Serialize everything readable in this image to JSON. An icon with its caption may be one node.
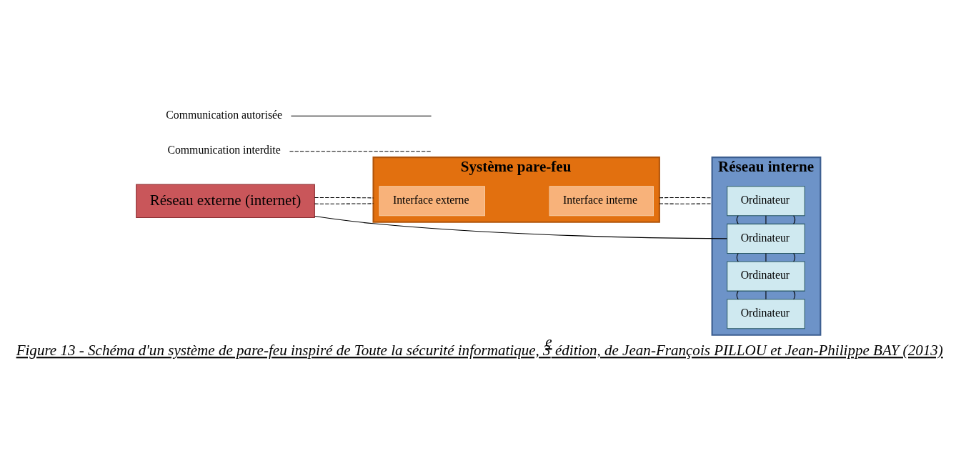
{
  "diagram": {
    "caption": "Figure 13 - Schéma d'un système de pare-feu inspiré de Toute la sécurité informatique, 3$^{e}$ édition, de Jean-François PILLOU et Jean-Philippe BAY (2013)",
    "nodes": [
      {
        "text": [
          "Réseau externe (internet)"
        ]
      },
      {
        "text": [
          "Système pare-feu"
        ]
      },
      {
        "text": [
          "Interface externe"
        ],
        "in": 1
      },
      {
        "text": [
          "Interface interne"
        ],
        "in": 1
      },
      {
        "text": [
          "Réseau interne"
        ]
      },
      {
        "text": [
          "Ordinateur"
        ],
        "in": 4
      },
      {
        "text": [
          "Ordinateur"
        ],
        "in": 4
      },
      {
        "text": [
          "Ordinateur"
        ],
        "in": 4
      },
      {
        "text": [
          "Ordinateur"
        ],
        "in": 4
      }
    ],
    "edges": [
      {
        "from": 0,
        "to": 6,
        "arrow": "none"
      },
      {
        "from": 0,
        "to": 1,
        "arrow": "none",
        "style": "dashed"
      },
      {
        "from": 0,
        "to": 1,
        "arrow": "none",
        "style": "dashed"
      },
      {
        "from": 1,
        "to": 4,
        "arrow": "none",
        "style": "dashed"
      },
      {
        "from": 1,
        "to": 4,
        "arrow": "none",
        "style": "dashed"
      },
      {
        "from": 5,
        "to": 6,
        "arrow": "none"
      },
      {
        "from": 5,
        "to": 6,
        "arrow": "none"
      },
      {
        "from": 5,
        "to": 6,
        "arrow": "none"
      },
      {
        "from": 6,
        "to": 7,
        "arrow": "none"
      },
      {
        "from": 6,
        "to": 7,
        "arrow": "none"
      },
      {
        "from": 6,
        "to": 7,
        "arrow": "none"
      },
      {
        "from": 7,
        "to": 8,
        "arrow": "none"
      },
      {
        "from": 7,
        "to": 8,
        "arrow": "none"
      },
      {
        "from": 7,
        "to": 8,
        "arrow": "none"
      }
    ],
    "legend": [
      {
        "text": "Communication autorisée"
      },
      {
        "text": "Communication interdite"
      }
    ]
  }
}
